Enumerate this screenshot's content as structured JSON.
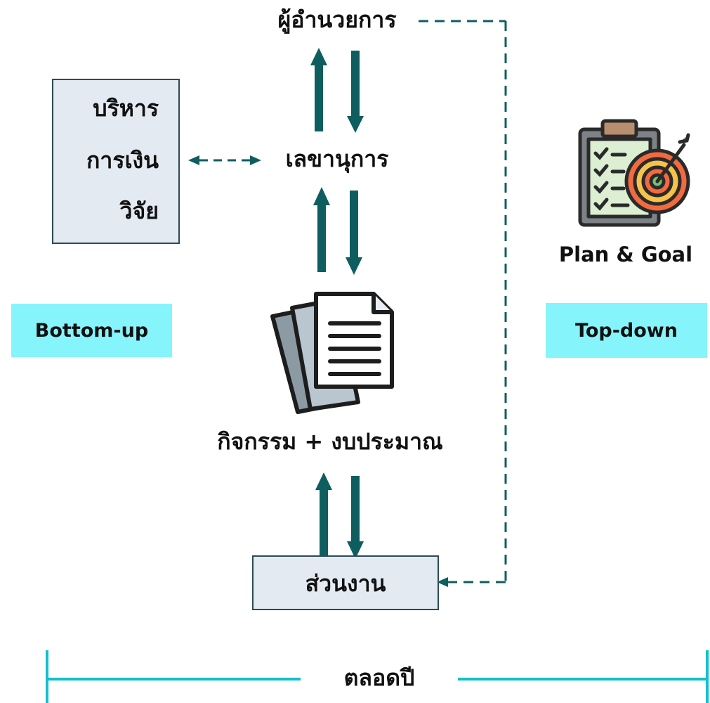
{
  "nodes": {
    "director": "ผู้อำนวยการ",
    "secretary": "เลขานุการ",
    "activity": "กิจกรรม + งบประมาณ",
    "unit": "ส่วนงาน"
  },
  "admin_box": {
    "items": [
      "บริหาร",
      "การเงิน",
      "วิจัย"
    ]
  },
  "plan": {
    "label": "Plan & Goal"
  },
  "tags": {
    "bottom_up": "Bottom-up",
    "top_down": "Top-down"
  },
  "timeline": {
    "label": "ตลอดปี"
  },
  "icons": {
    "documents": "documents-icon",
    "plan_goal": "clipboard-target-icon"
  },
  "colors": {
    "arrow": "#0e5e60",
    "tag_fill": "#86f4fb",
    "box_fill": "#e4eaf2",
    "timeline": "#13c0cc"
  }
}
